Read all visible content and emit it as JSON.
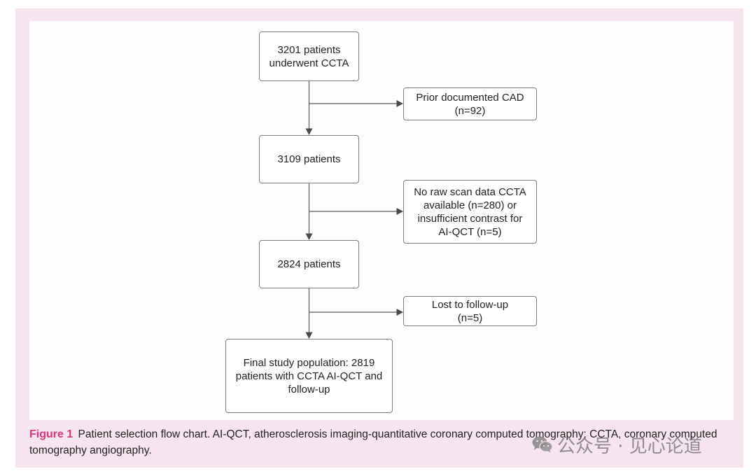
{
  "figure": {
    "flowchart": {
      "steps": [
        {
          "lines": [
            "3201 patients",
            "underwent CCTA"
          ]
        },
        {
          "lines": [
            "3109 patients"
          ]
        },
        {
          "lines": [
            "2824 patients"
          ]
        },
        {
          "lines": [
            "Final study population: 2819",
            "patients with CCTA AI-QCT and",
            "follow-up"
          ]
        }
      ],
      "exclusions": [
        {
          "lines": [
            "Prior documented CAD",
            "(n=92)"
          ]
        },
        {
          "lines": [
            "No raw scan data CCTA",
            "available (n=280) or",
            "insufficient contrast for",
            "AI-QCT (n=5)"
          ]
        },
        {
          "lines": [
            "Lost to follow-up",
            "(n=5)"
          ]
        }
      ]
    },
    "caption": {
      "label": "Figure 1",
      "text": "Patient selection flow chart. AI-QCT, atherosclerosis imaging-quantitative coronary computed tomography; CCTA, coronary computed tomography angiography."
    }
  },
  "watermark": {
    "icon": "wechat-icon",
    "text": "公众号 · 见心论道"
  },
  "colors": {
    "panel": "#f6e5ef",
    "figure_bg": "#fefdfe",
    "figure_label": "#e2337a",
    "box_border": "#7d7d7d",
    "connector": "#5a5a5a"
  }
}
